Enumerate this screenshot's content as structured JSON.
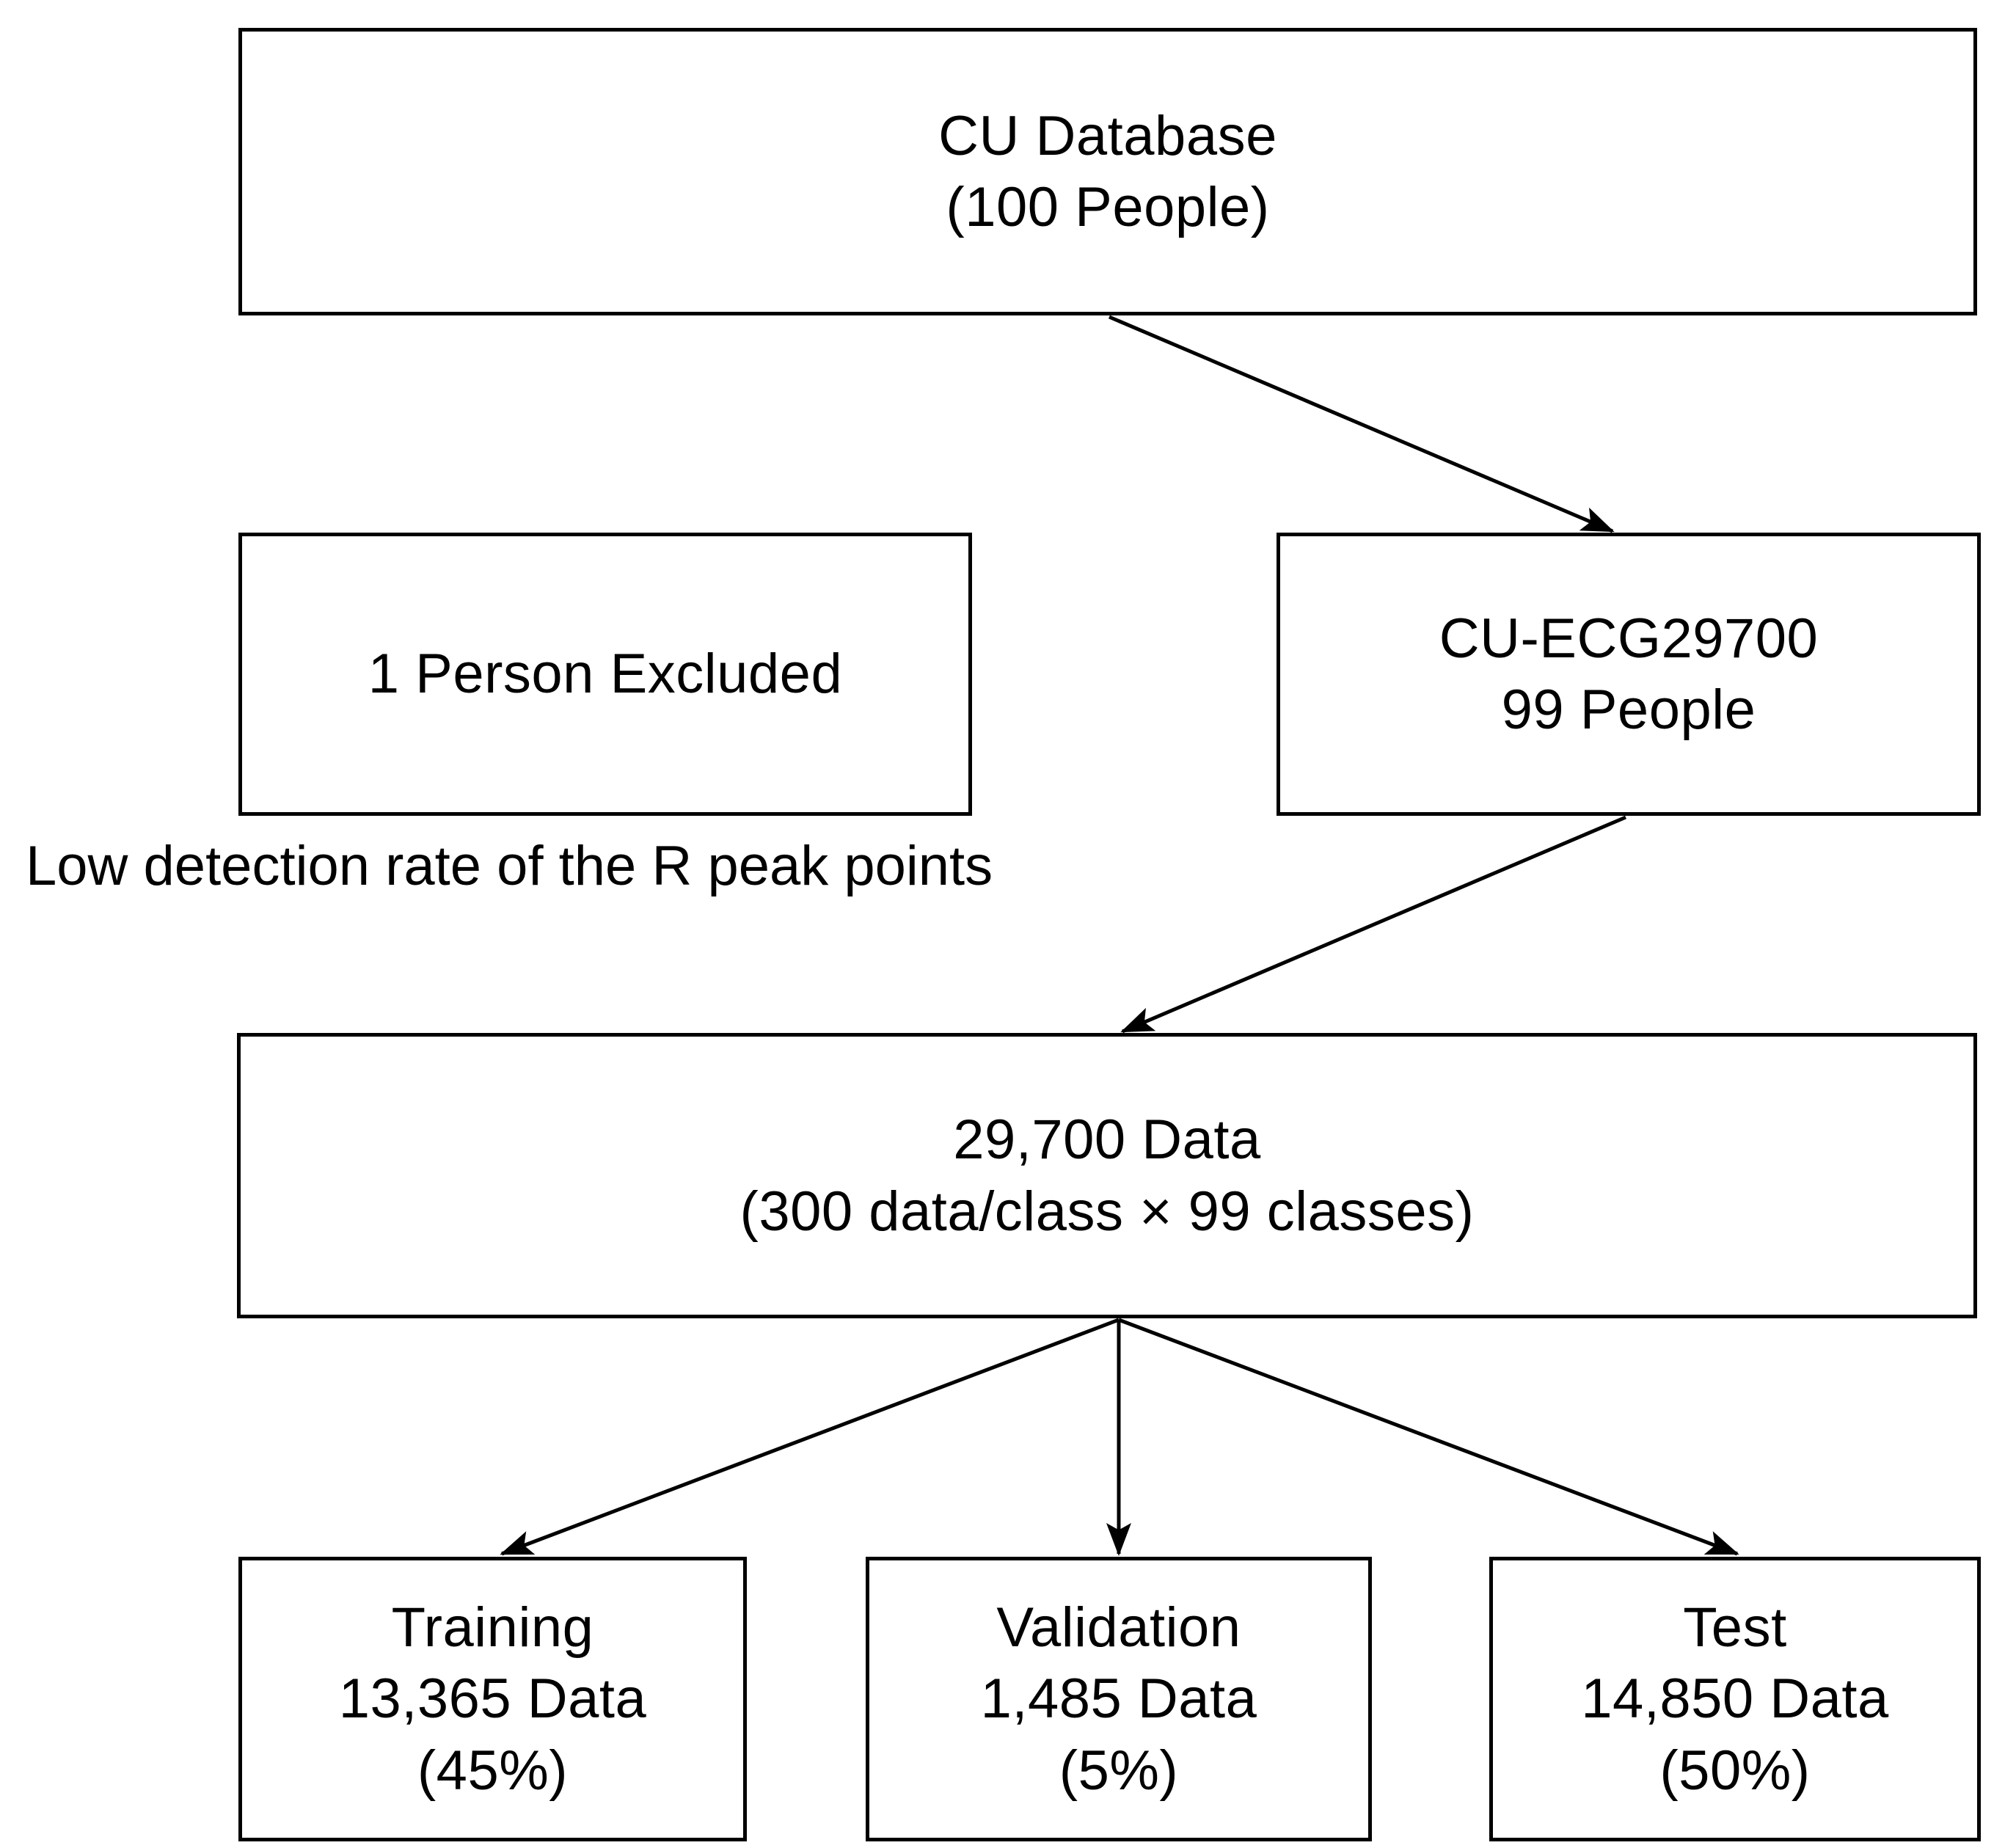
{
  "diagram": {
    "title": "CU-ECG29700 dataset construction and split flowchart",
    "nodes": {
      "cu_database": {
        "lines": [
          "CU Database",
          "(100 People)"
        ]
      },
      "person_excluded": {
        "lines": [
          "1 Person Excluded"
        ]
      },
      "cu_ecg29700": {
        "lines": [
          "CU-ECG29700",
          "99 People"
        ]
      },
      "dataset_total": {
        "lines": [
          "29,700 Data",
          "(300 data/class × 99 classes)"
        ]
      },
      "training": {
        "lines": [
          "Training",
          "13,365 Data",
          "(45%)"
        ]
      },
      "validation": {
        "lines": [
          "Validation",
          "1,485 Data",
          "(5%)"
        ]
      },
      "test": {
        "lines": [
          "Test",
          "14,850 Data",
          "(50%)"
        ]
      }
    },
    "caption": {
      "low_detection": "Low detection rate of the R peak points"
    },
    "colors": {
      "stroke": "#000000",
      "background": "#ffffff",
      "text": "#000000"
    },
    "edges": [
      {
        "from": "cu_database",
        "to": "cu_ecg29700",
        "arrow": true
      },
      {
        "from": "cu_ecg29700",
        "to": "dataset_total",
        "arrow": true
      },
      {
        "from": "dataset_total",
        "to": "training",
        "arrow": true
      },
      {
        "from": "dataset_total",
        "to": "validation",
        "arrow": true
      },
      {
        "from": "dataset_total",
        "to": "test",
        "arrow": true
      }
    ]
  }
}
